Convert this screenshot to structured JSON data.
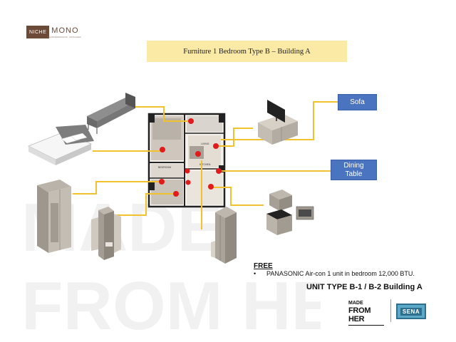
{
  "brand": {
    "niche": "NICHE",
    "mono": "MONO",
    "sub": "CHAROENNAKHON · RATCHADA"
  },
  "title": "Furniture 1 Bedroom Type B – Building A",
  "labels": {
    "sofa": "Sofa",
    "dining_line1": "Dining",
    "dining_line2": "Table"
  },
  "free": {
    "heading": "FREE",
    "bullet": "•",
    "item": "PANASONIC Air-con 1 unit in bedroom 12,000 BTU."
  },
  "unit_type": "UNIT TYPE B-1 / B-2 Building A",
  "footer": {
    "mfh_line1": "MADE",
    "mfh_line2": "FROM HER",
    "sena": "SENA"
  },
  "watermark": {
    "line1": "MADE",
    "line2": "FROM HER"
  },
  "plan": {
    "living": "LIVING",
    "bedroom": "BEDROOM",
    "kitchen": "KITCHEN"
  },
  "colors": {
    "accent_yellow": "#f2c12e",
    "marker_red": "#e01b1b",
    "label_blue": "#4a73c0",
    "title_bg": "#fbe9a6",
    "brand_brown": "#6b4a37"
  }
}
